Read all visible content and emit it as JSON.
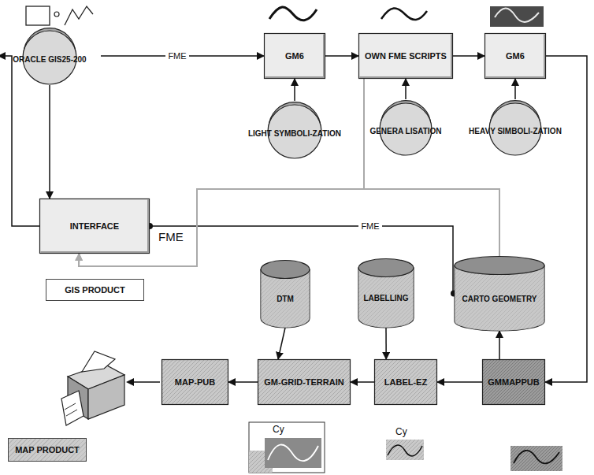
{
  "diagram": {
    "nodes": [
      {
        "text": [
          "ORACLE GIS25-200"
        ]
      },
      {
        "text": [
          "GM6"
        ]
      },
      {
        "text": [
          "OWN FME SCRIPTS"
        ]
      },
      {
        "text": [
          "GM6"
        ]
      },
      {
        "text": [
          "LIGHT SYMBOLI-ZATION"
        ]
      },
      {
        "text": [
          "GENERA LISATION"
        ]
      },
      {
        "text": [
          "HEAVY SIMBOLI-ZATION"
        ]
      },
      {
        "text": [
          "INTERFACE"
        ]
      },
      {
        "text": [
          "DTM"
        ]
      },
      {
        "text": [
          "LABELLING"
        ]
      },
      {
        "text": [
          "CARTO GEOMETRY"
        ]
      },
      {
        "text": [
          "MAP-PUB"
        ]
      },
      {
        "text": [
          "GM-GRID-TERRAIN"
        ]
      },
      {
        "text": [
          "LABEL-EZ"
        ]
      },
      {
        "text": [
          "GMMAPPUB"
        ]
      }
    ],
    "edges": [
      {
        "from": 0,
        "to": 1,
        "label": "FME",
        "arrow": "to"
      },
      {
        "from": 4,
        "to": 1,
        "arrow": "to"
      },
      {
        "from": 1,
        "to": 2,
        "arrow": "to"
      },
      {
        "from": 5,
        "to": 2,
        "arrow": "to"
      },
      {
        "from": 2,
        "to": 3,
        "arrow": "to"
      },
      {
        "from": 6,
        "to": 3,
        "arrow": "to"
      },
      {
        "from": 3,
        "to": 14,
        "arrow": "to"
      },
      {
        "from": 0,
        "to": 7,
        "arrow": "to"
      },
      {
        "from": 7,
        "to": 0,
        "arrow": "to"
      },
      {
        "from": 10,
        "to": 7,
        "label": "FME",
        "arrow": "none"
      },
      {
        "from": 14,
        "to": 10,
        "arrow": "to"
      },
      {
        "from": 14,
        "to": 13,
        "arrow": "to"
      },
      {
        "from": 9,
        "to": 13,
        "arrow": "to"
      },
      {
        "from": 13,
        "to": 12,
        "arrow": "to"
      },
      {
        "from": 8,
        "to": 12,
        "arrow": "to"
      },
      {
        "from": 12,
        "to": 11,
        "arrow": "to"
      },
      {
        "from": 2,
        "to": 7,
        "arrow": "to"
      },
      {
        "from": 10,
        "to": 7,
        "arrow": "to"
      }
    ],
    "labels": [
      "FME",
      "Cy",
      "Cy"
    ],
    "legend": [
      {
        "text": "GIS PRODUCT",
        "color": "#ffffff"
      },
      {
        "text": "MAP PRODUCT",
        "color": "#cccccc"
      }
    ]
  }
}
